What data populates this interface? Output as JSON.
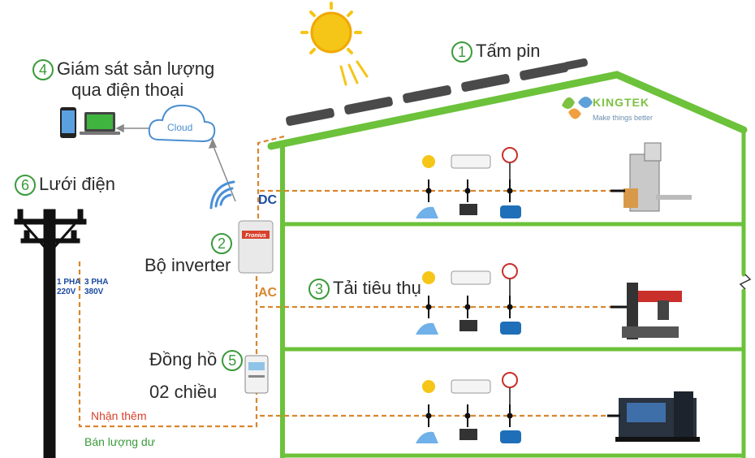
{
  "labels": {
    "solar": {
      "num": "1",
      "text": "Tấm pin"
    },
    "inverter": {
      "num": "2",
      "text": "Bộ inverter"
    },
    "loads": {
      "num": "3",
      "text": "Tải tiêu thụ"
    },
    "monitor": {
      "num": "4",
      "text": "Giám sát sản lượng",
      "text2": "qua điện thoại"
    },
    "meter": {
      "num": "5",
      "text": "Đồng hồ",
      "text2": "02 chiều"
    },
    "grid": {
      "num": "6",
      "text": "Lưới điện"
    }
  },
  "cloud": "Cloud",
  "dc": "DC",
  "ac": "AC",
  "pole": {
    "p1": "1 PHA",
    "v1": "220V",
    "p3": "3 PHA",
    "v3": "380V"
  },
  "receive": "Nhận thêm",
  "sell": "Bán lượng dư",
  "brand": {
    "name": "KINGTEK",
    "tagline": "Make things better"
  },
  "inverter_brand": "Fronius",
  "colors": {
    "green": "#6cc23a",
    "orange": "#d9862e",
    "blue": "#1a4aa0",
    "red": "#d8402a"
  }
}
